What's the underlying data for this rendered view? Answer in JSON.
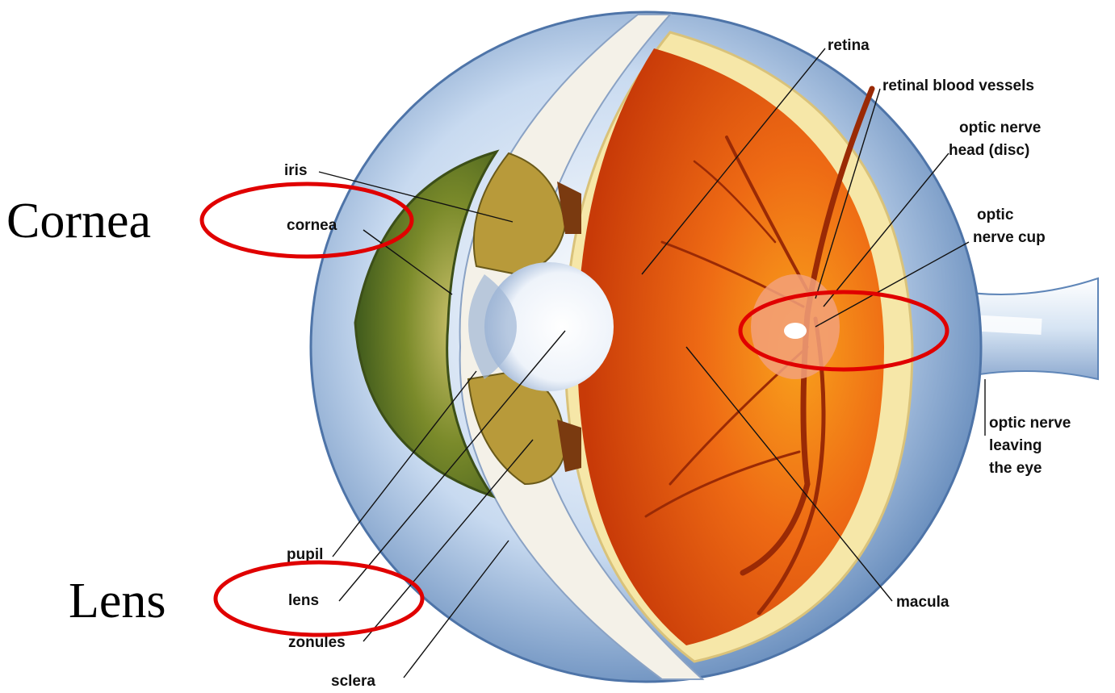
{
  "labels": {
    "retina": "retina",
    "retinal_blood_vessels": "retinal blood vessels",
    "optic_nerve_head_1": "optic nerve",
    "optic_nerve_head_2": "head (disc)",
    "optic_nerve_cup_1": "optic",
    "optic_nerve_cup_2": "nerve cup",
    "optic_nerve_leaving_1": "optic nerve",
    "optic_nerve_leaving_2": "leaving",
    "optic_nerve_leaving_3": "the eye",
    "iris": "iris",
    "cornea": "cornea",
    "pupil": "pupil",
    "lens": "lens",
    "zonules": "zonules",
    "sclera": "sclera",
    "macula": "macula"
  },
  "annotations": {
    "cornea": "Cornea",
    "lens": "Lens"
  },
  "colors": {
    "highlight": "#e00000",
    "retina": "#e8641a",
    "iris": "#7a8a2a",
    "sclera": "#8fb0d8"
  }
}
